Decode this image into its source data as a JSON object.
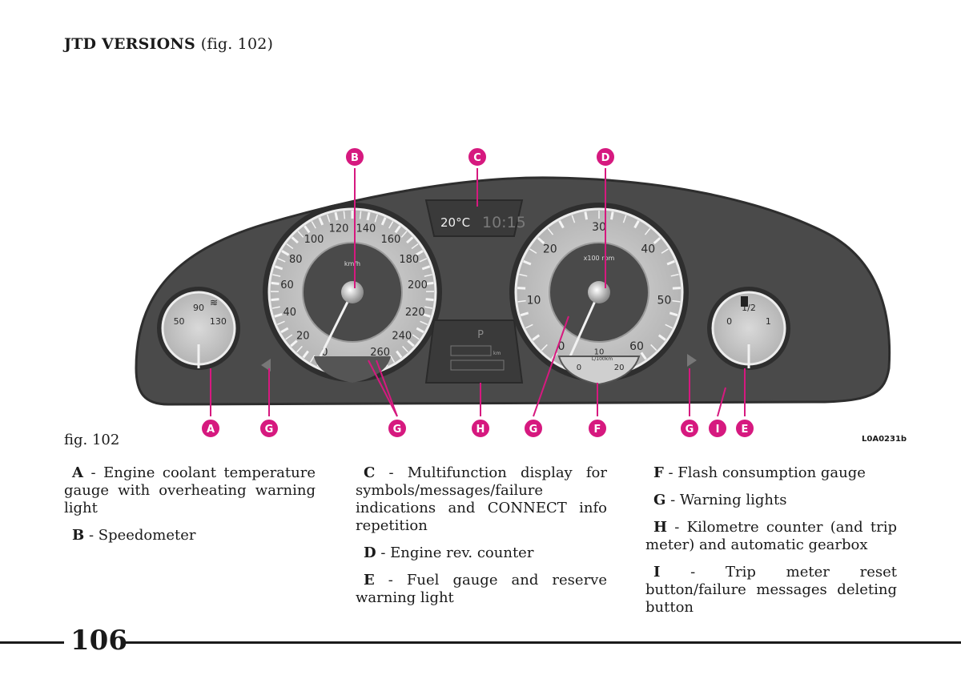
{
  "heading": {
    "title": "JTD VERSIONS",
    "ref": "(fig. 102)"
  },
  "figure": {
    "caption": "fig. 102",
    "code": "L0A0231b",
    "display": {
      "temp": "20°C",
      "clock": "10:15",
      "gear": "P",
      "km": "km"
    },
    "speedometer": {
      "labels": [
        "0",
        "20",
        "40",
        "60",
        "80",
        "100",
        "120",
        "140",
        "160",
        "180",
        "200",
        "220",
        "240",
        "260"
      ],
      "unit": "km/h"
    },
    "tachometer": {
      "labels": [
        "0",
        "10",
        "20",
        "30",
        "40",
        "50",
        "60"
      ],
      "unit": "x100 rpm"
    },
    "coolant": {
      "labels": [
        "50",
        "90",
        "130"
      ]
    },
    "fuel": {
      "labels": [
        "0",
        "1/2",
        "1"
      ]
    },
    "consumption": {
      "labels": [
        "0",
        "10",
        "20"
      ],
      "unit": "L/100km"
    },
    "callouts": [
      "A",
      "B",
      "C",
      "D",
      "E",
      "F",
      "G",
      "H",
      "I"
    ]
  },
  "columns": [
    [
      {
        "key": "A",
        "text": " - Engine coolant temperature gauge with overheating warning light"
      },
      {
        "key": "B",
        "text": " - Speedometer"
      }
    ],
    [
      {
        "key": "C",
        "text": " - Multifunction display for symbols/messages/failure indications and CONNECT info repetition"
      },
      {
        "key": "D",
        "text": " - Engine rev. counter"
      },
      {
        "key": "E",
        "text": " - Fuel gauge and reserve warning light"
      }
    ],
    [
      {
        "key": "F",
        "text": " - Flash consumption gauge"
      },
      {
        "key": "G",
        "text": " - Warning lights"
      },
      {
        "key": "H",
        "text": " - Kilometre counter (and trip meter) and automatic gearbox"
      },
      {
        "key": "I",
        "text": " - Trip meter reset button/failure messages deleting button"
      }
    ]
  ],
  "page_number": "106"
}
